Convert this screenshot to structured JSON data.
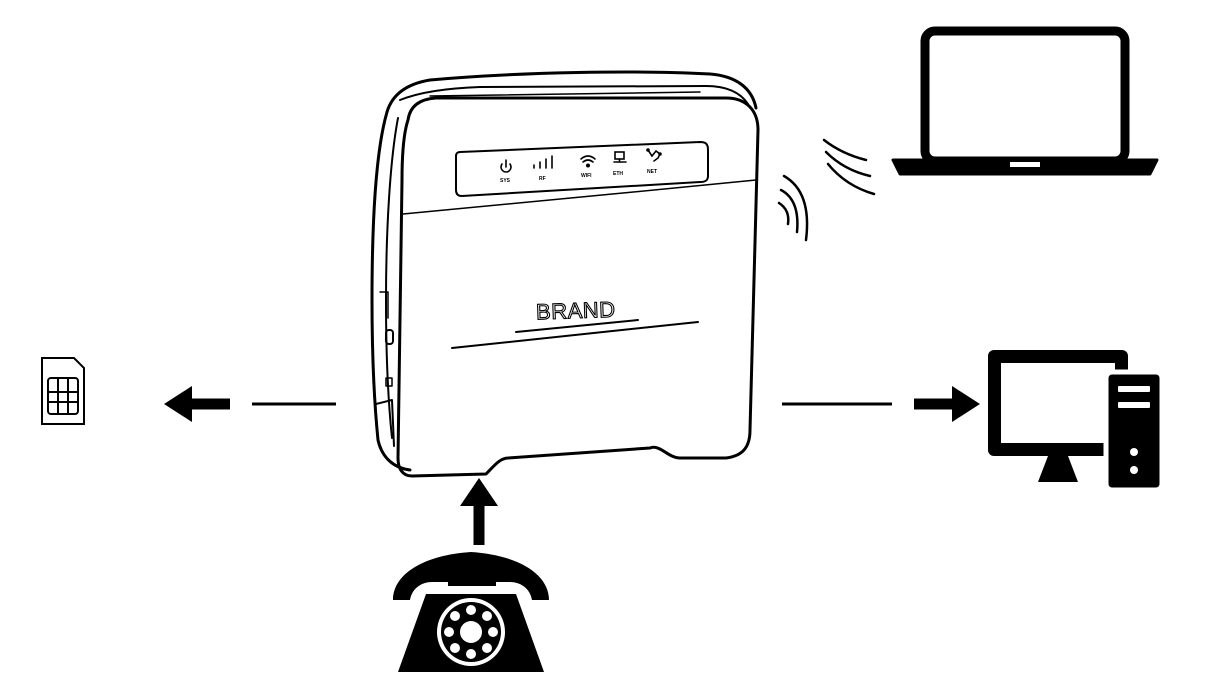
{
  "router": {
    "brand": "BRAND",
    "indicators": [
      {
        "icon": "power-icon",
        "label": "SYS"
      },
      {
        "icon": "signal-bars-icon",
        "label": "RF"
      },
      {
        "icon": "wifi-icon",
        "label": "WIFI"
      },
      {
        "icon": "ethernet-icon",
        "label": "ETH"
      },
      {
        "icon": "globe-icon",
        "label": "NET"
      }
    ]
  },
  "devices": {
    "sim": "sim-card-icon",
    "laptop": "laptop-icon",
    "desktop": "desktop-computer-icon",
    "telephone": "rotary-telephone-icon"
  },
  "colors": {
    "line": "#000000",
    "background": "#ffffff"
  }
}
